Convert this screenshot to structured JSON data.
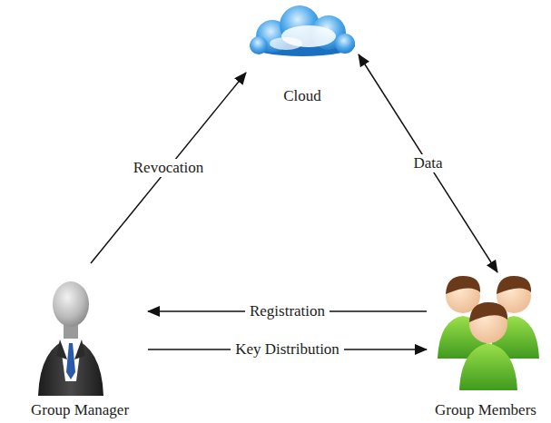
{
  "diagram": {
    "nodes": [
      {
        "text": [
          "Cloud"
        ]
      },
      {
        "text": [
          "Group Manager"
        ]
      },
      {
        "text": [
          "Group Members"
        ]
      }
    ],
    "edges": [
      {
        "from": 1,
        "to": 0,
        "label": "Revocation",
        "arrow": "to"
      },
      {
        "from": 0,
        "to": 2,
        "label": "Data",
        "arrow": "both"
      },
      {
        "from": 2,
        "to": 1,
        "label": "Registration",
        "arrow": "to"
      },
      {
        "from": 1,
        "to": 2,
        "label": "Key Distribution",
        "arrow": "to"
      }
    ]
  }
}
